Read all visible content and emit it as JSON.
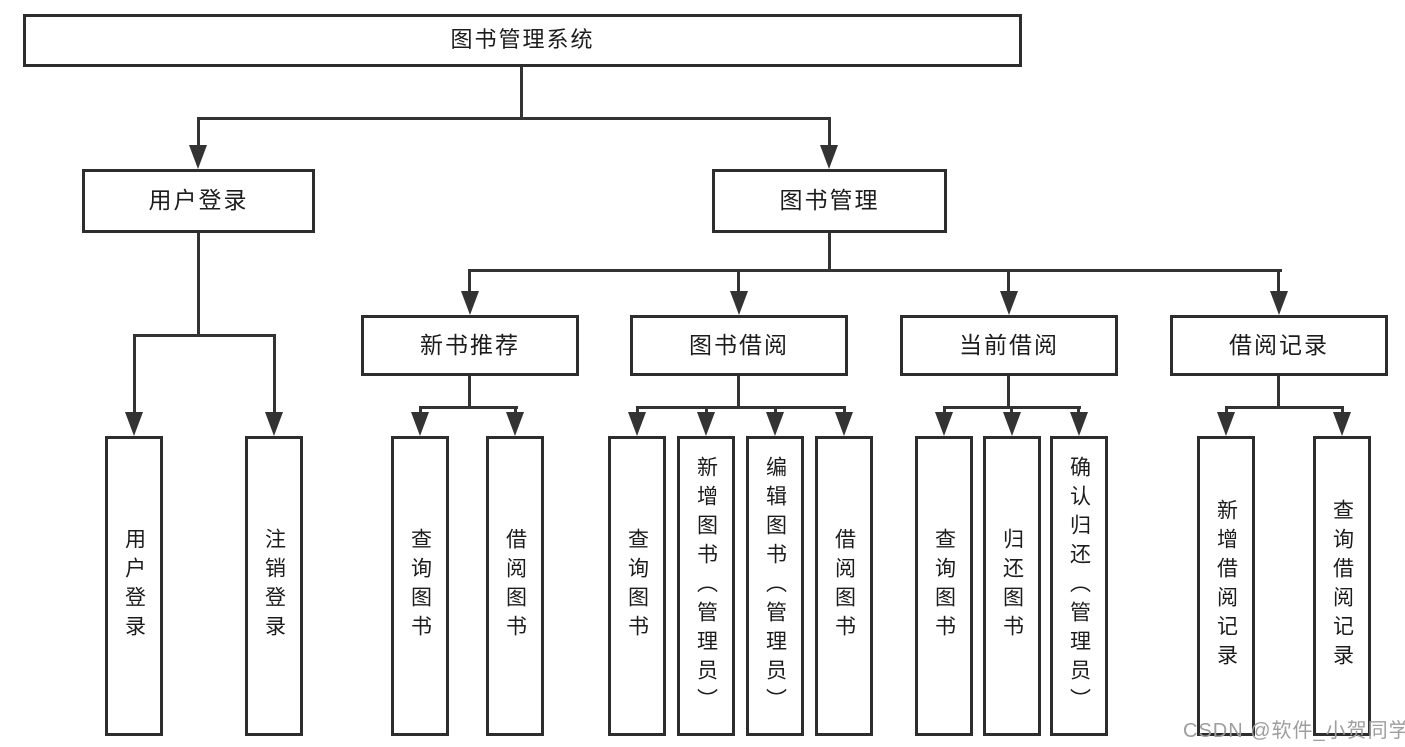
{
  "diagram": {
    "root": {
      "label": "图书管理系统"
    },
    "level2": {
      "user_login": {
        "label": "用户登录"
      },
      "book_mgmt": {
        "label": "图书管理"
      }
    },
    "level3": {
      "new_book_rec": {
        "label": "新书推荐"
      },
      "book_borrow": {
        "label": "图书借阅"
      },
      "current_borrow": {
        "label": "当前借阅"
      },
      "borrow_record": {
        "label": "借阅记录"
      }
    },
    "leaves": {
      "user_login": {
        "label": "用户登录"
      },
      "logout": {
        "label": "注销登录"
      },
      "rec_query_books": {
        "label": "查询图书"
      },
      "rec_borrow_books": {
        "label": "借阅图书"
      },
      "bor_query_books": {
        "label": "查询图书"
      },
      "bor_add_books": {
        "label": "新增图书（管理员）"
      },
      "bor_edit_books": {
        "label": "编辑图书（管理员）"
      },
      "bor_borrow_books": {
        "label": "借阅图书"
      },
      "cur_query_books": {
        "label": "查询图书"
      },
      "cur_return_books": {
        "label": "归还图书"
      },
      "cur_confirm_return": {
        "label": "确认归还（管理员）"
      },
      "rec_add_record": {
        "label": "新增借阅记录"
      },
      "rec_query_record": {
        "label": "查询借阅记录"
      }
    },
    "watermark": "CSDN @软件_小贺同学",
    "colors": {
      "line": "#333333",
      "box_border": "#2d2d2d",
      "text": "#1c1c1c",
      "watermark": "#9e9e9e",
      "background": "#ffffff"
    }
  }
}
